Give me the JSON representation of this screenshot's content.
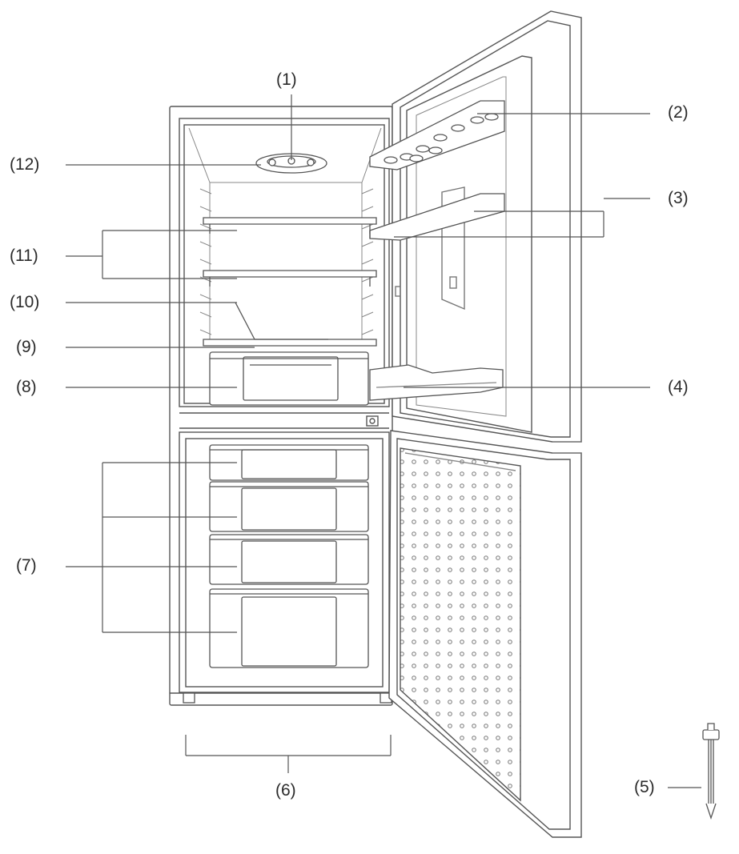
{
  "figure": {
    "labels": {
      "c1": "(1)",
      "c2": "(2)",
      "c3": "(3)",
      "c4": "(4)",
      "c5": "(5)",
      "c6": "(6)",
      "c7": "(7)",
      "c8": "(8)",
      "c9": "(9)",
      "c10": "(10)",
      "c11": "(11)",
      "c12": "(12)"
    }
  },
  "colors": {
    "line": "#555555",
    "stroke_light": "#8a8a8a",
    "fill": "#ffffff",
    "text": "#2a2a2a"
  }
}
